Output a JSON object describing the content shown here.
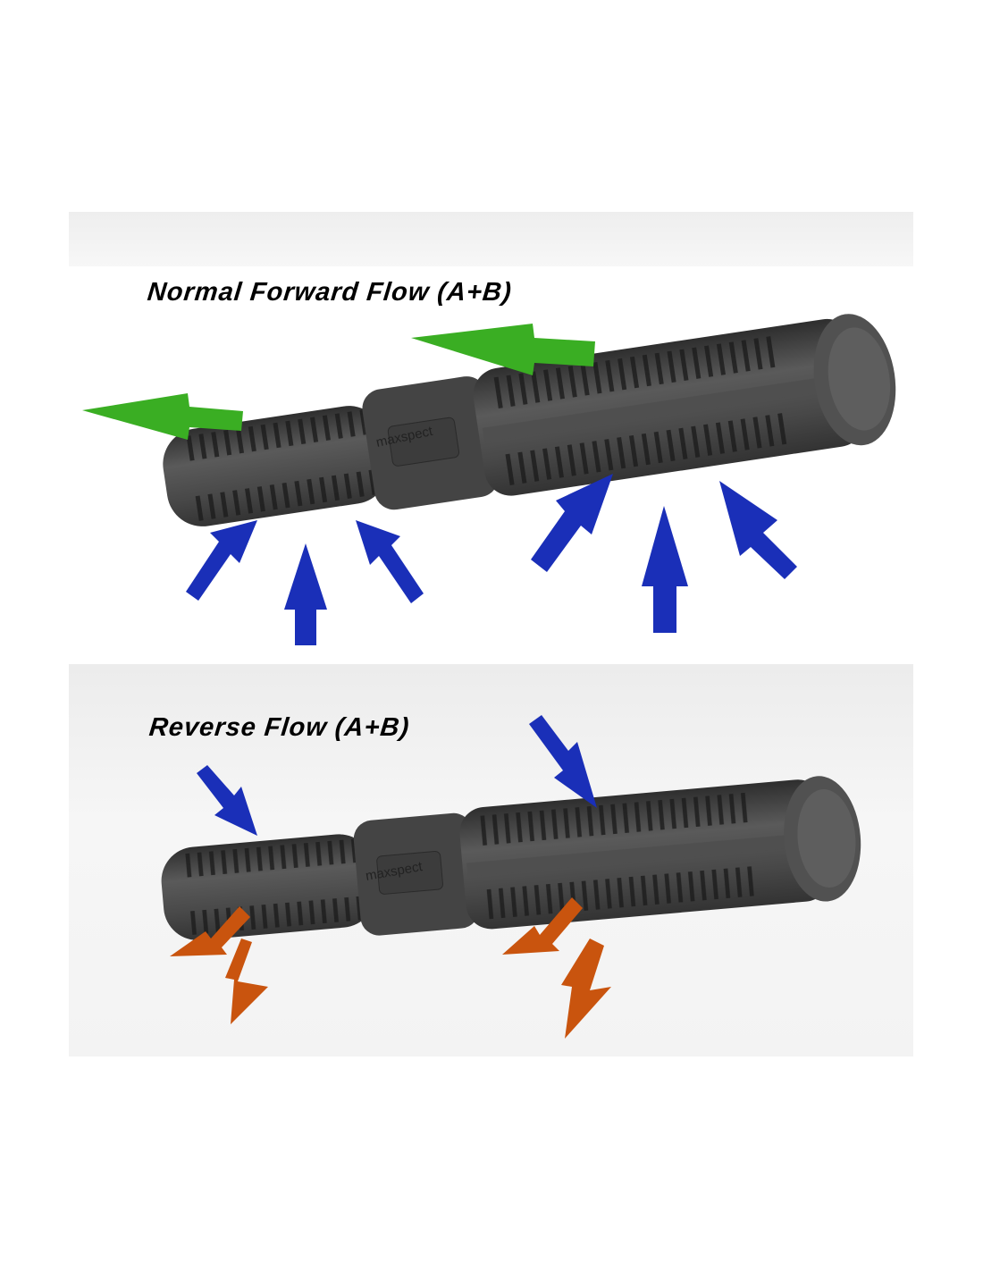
{
  "sections": [
    {
      "title": "Normal Forward Flow (A+B)"
    },
    {
      "title": "Reverse Flow (A+B)"
    }
  ],
  "brand_logo_text": "maxspect",
  "colors": {
    "pump_body": "#4a4a4a",
    "intake_arrow": "#1a2fb8",
    "forward_output_arrow": "#3aae23",
    "reverse_output_arrow": "#c9540e"
  }
}
